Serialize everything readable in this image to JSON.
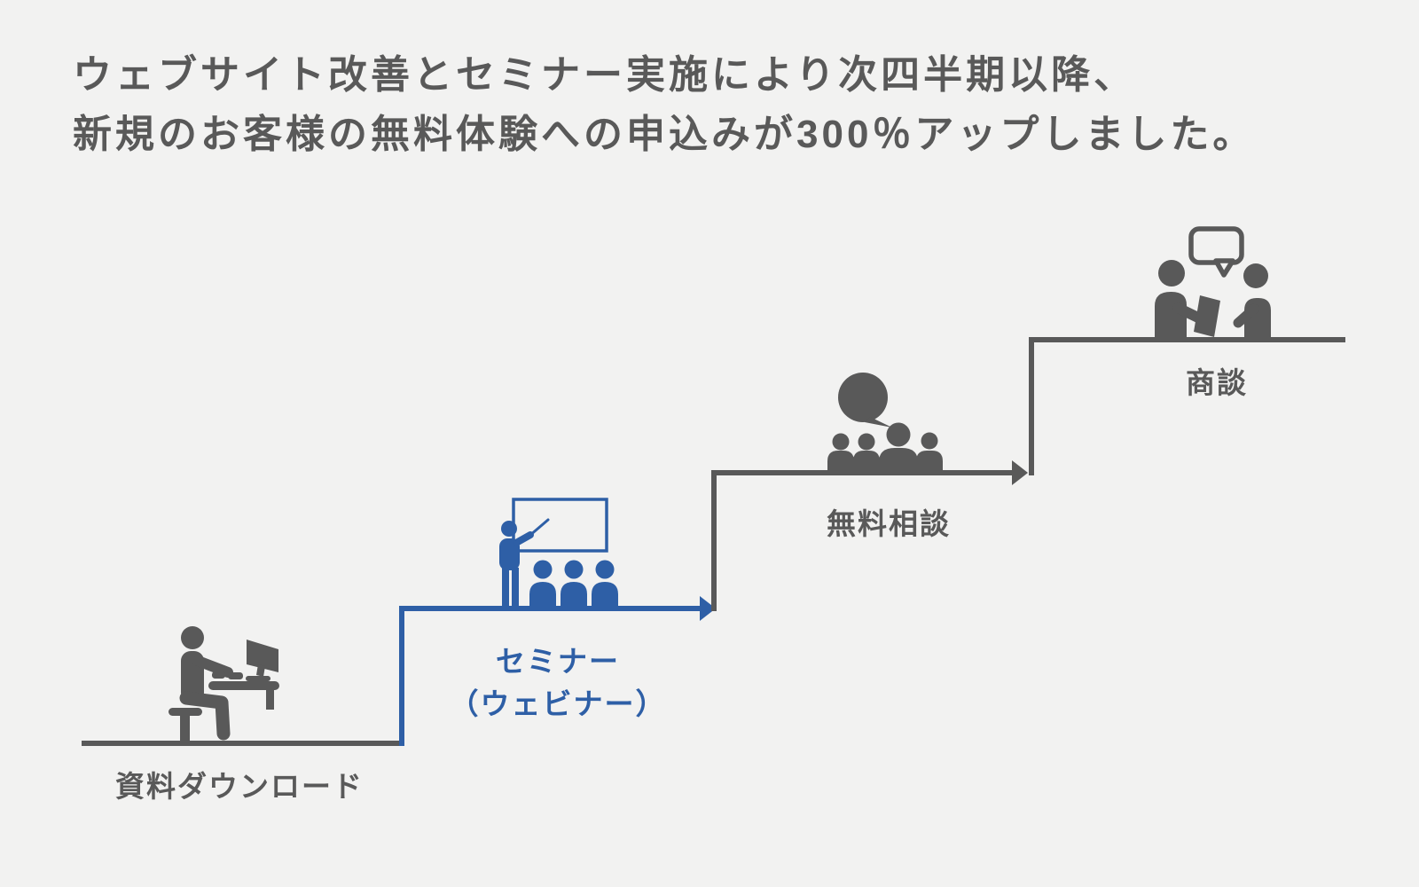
{
  "title": {
    "line1": "ウェブサイト改善とセミナー実施により次四半期以降、",
    "line2": "新規のお客様の無料体験への申込みが300％アップしました。"
  },
  "steps": [
    {
      "id": "download",
      "label": "資料ダウンロード",
      "icon": "person-at-computer-icon",
      "highlighted": false
    },
    {
      "id": "seminar",
      "label": "セミナー",
      "sublabel": "（ウェビナー）",
      "icon": "seminar-presenter-icon",
      "highlighted": true
    },
    {
      "id": "consultation",
      "label": "無料相談",
      "icon": "consultation-group-icon",
      "highlighted": false
    },
    {
      "id": "negotiation",
      "label": "商談",
      "icon": "business-meeting-icon",
      "highlighted": false
    }
  ],
  "colors": {
    "background": "#f2f2f1",
    "gray": "#595959",
    "accent_blue": "#2e5fa6"
  }
}
